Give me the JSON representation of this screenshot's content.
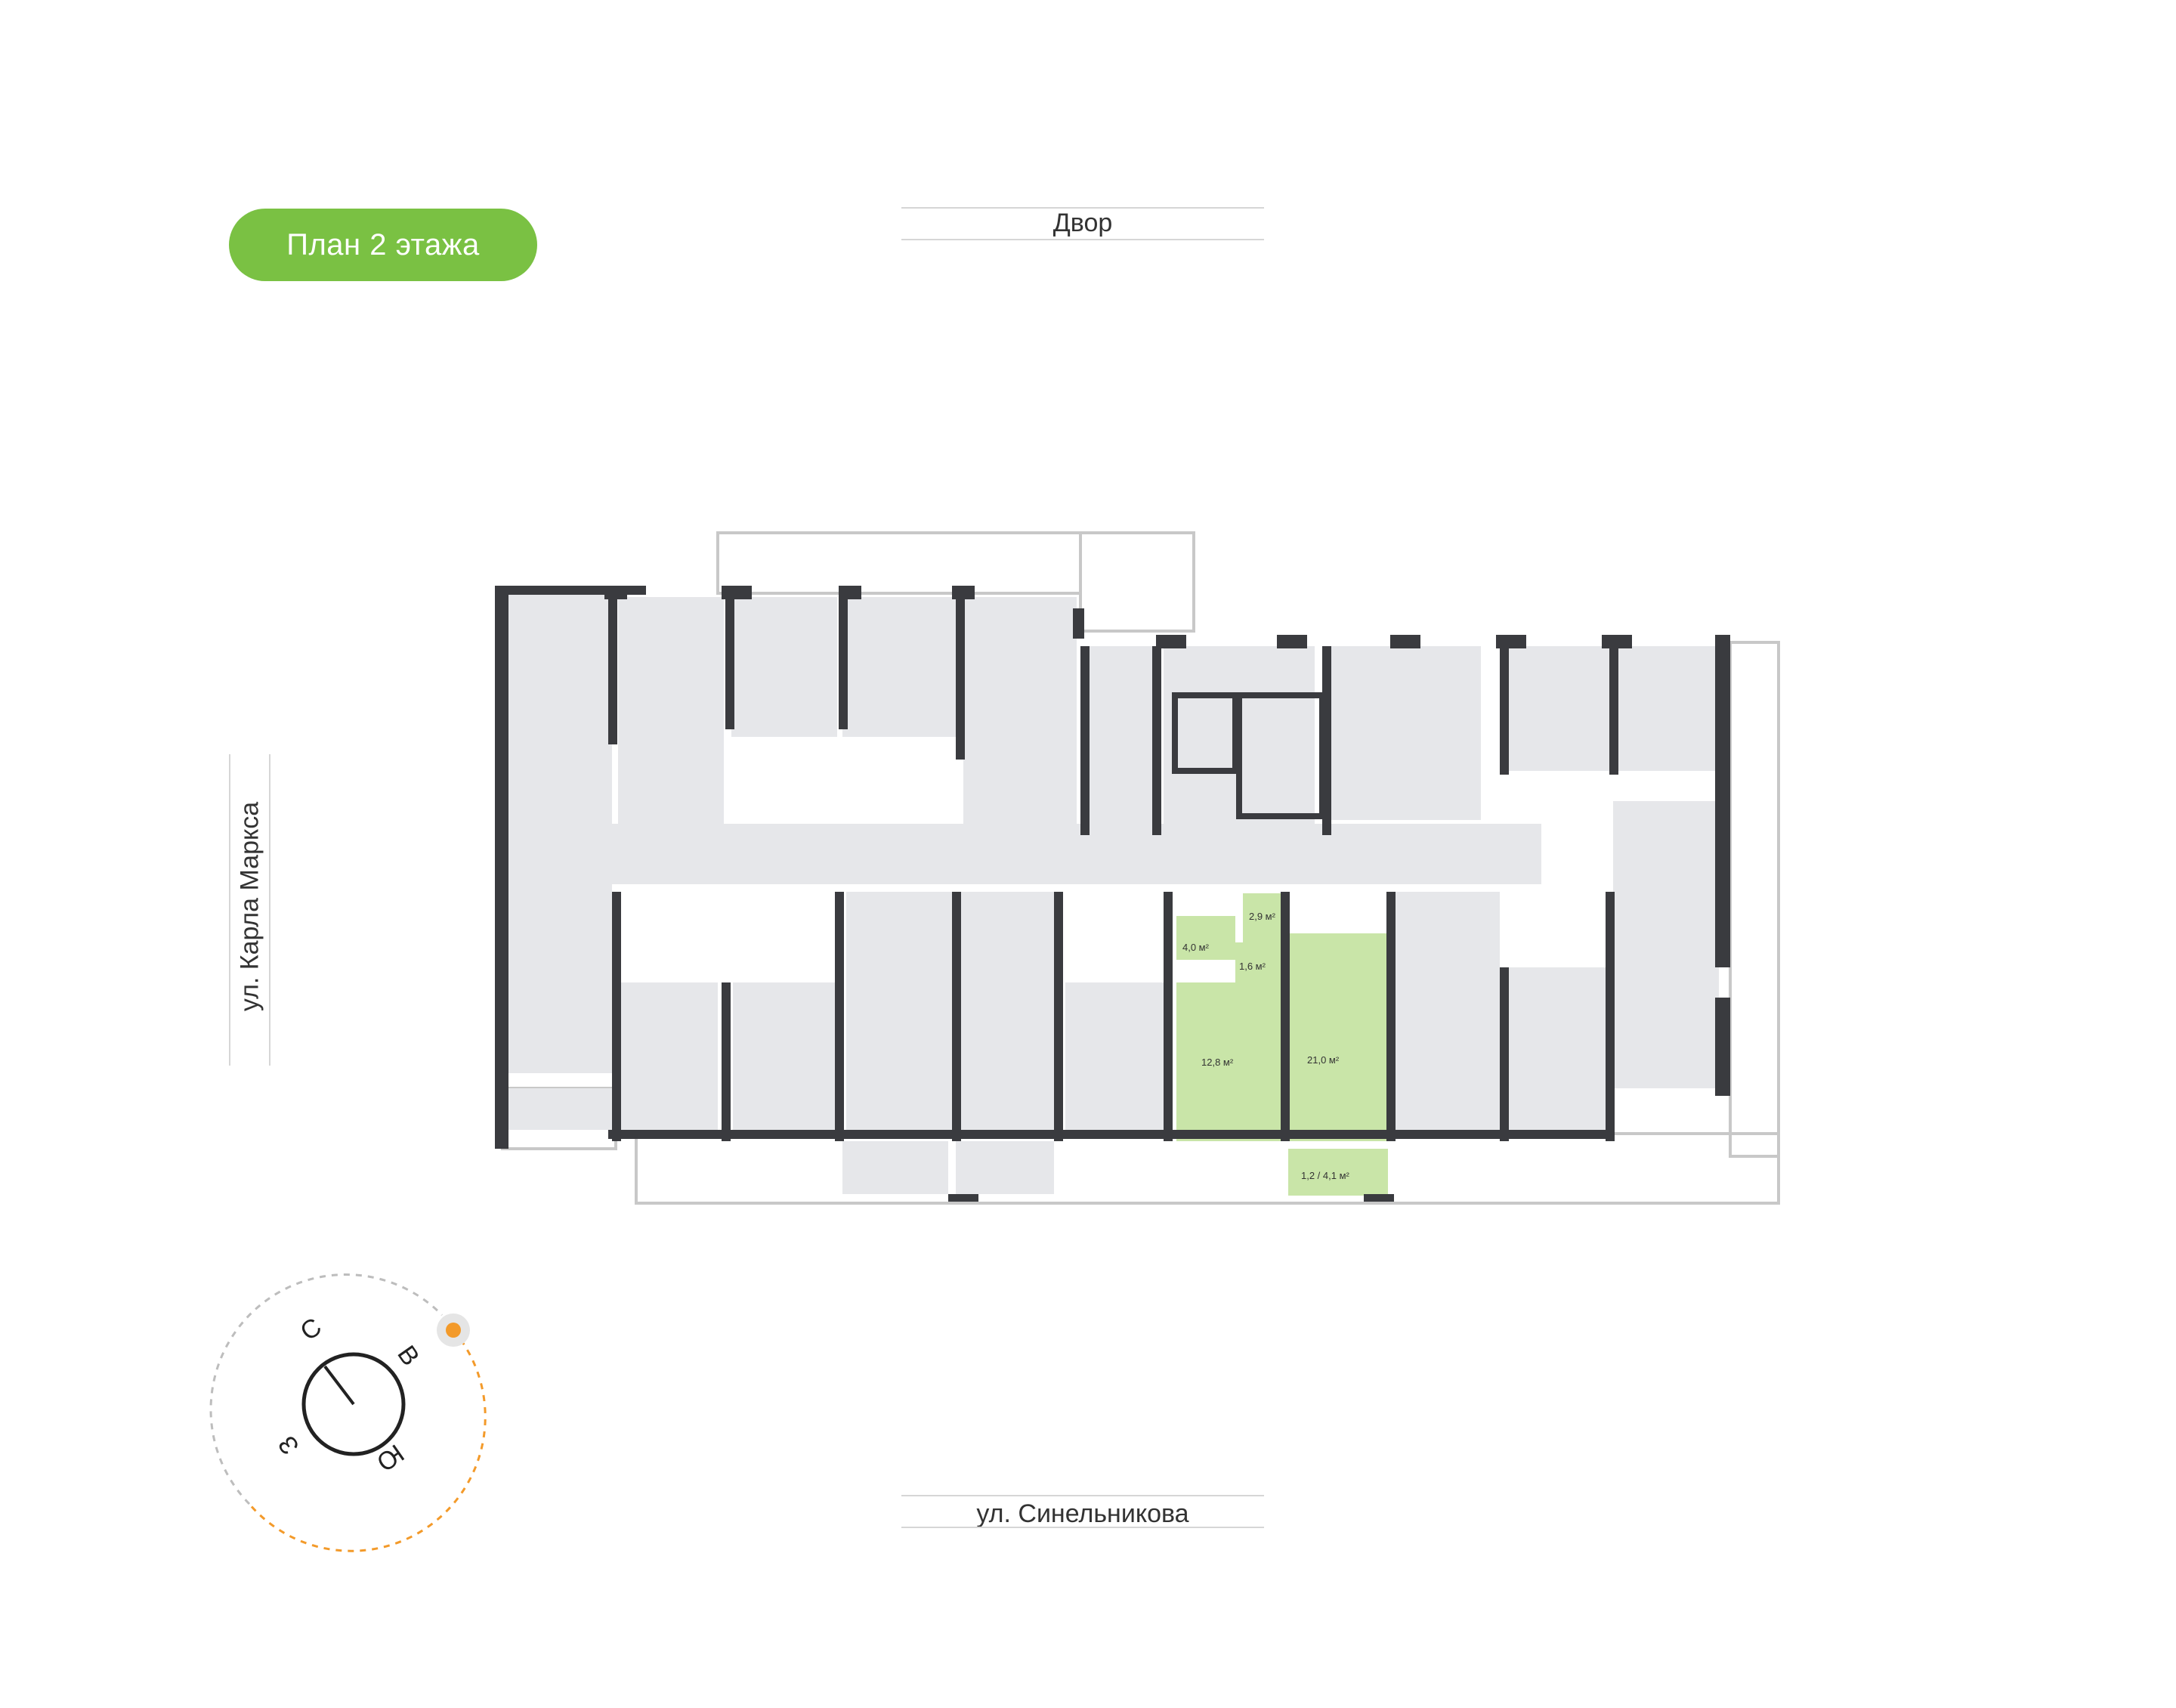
{
  "header": {
    "plan_title": "План 2 этажа"
  },
  "streets": {
    "top": "Двор",
    "left": "ул. Карла Маркса",
    "bottom": "ул. Синельникова"
  },
  "highlighted_apartment": {
    "areas": {
      "room_small": "2,9 м²",
      "bathroom": "4,0 м²",
      "hall": "1,6 м²",
      "kitchen": "12,8 м²",
      "living": "21,0 м²",
      "balcony": "1,2 / 4,1 м²"
    }
  },
  "compass": {
    "north": "С",
    "east": "В",
    "south": "Ю",
    "west": "З"
  },
  "colors": {
    "accent_green": "#7ac143",
    "highlight_green": "#c9e5a8",
    "room_fill": "#e6e7ea",
    "wall": "#3a3b3f",
    "sun_orange": "#f39a2a"
  }
}
